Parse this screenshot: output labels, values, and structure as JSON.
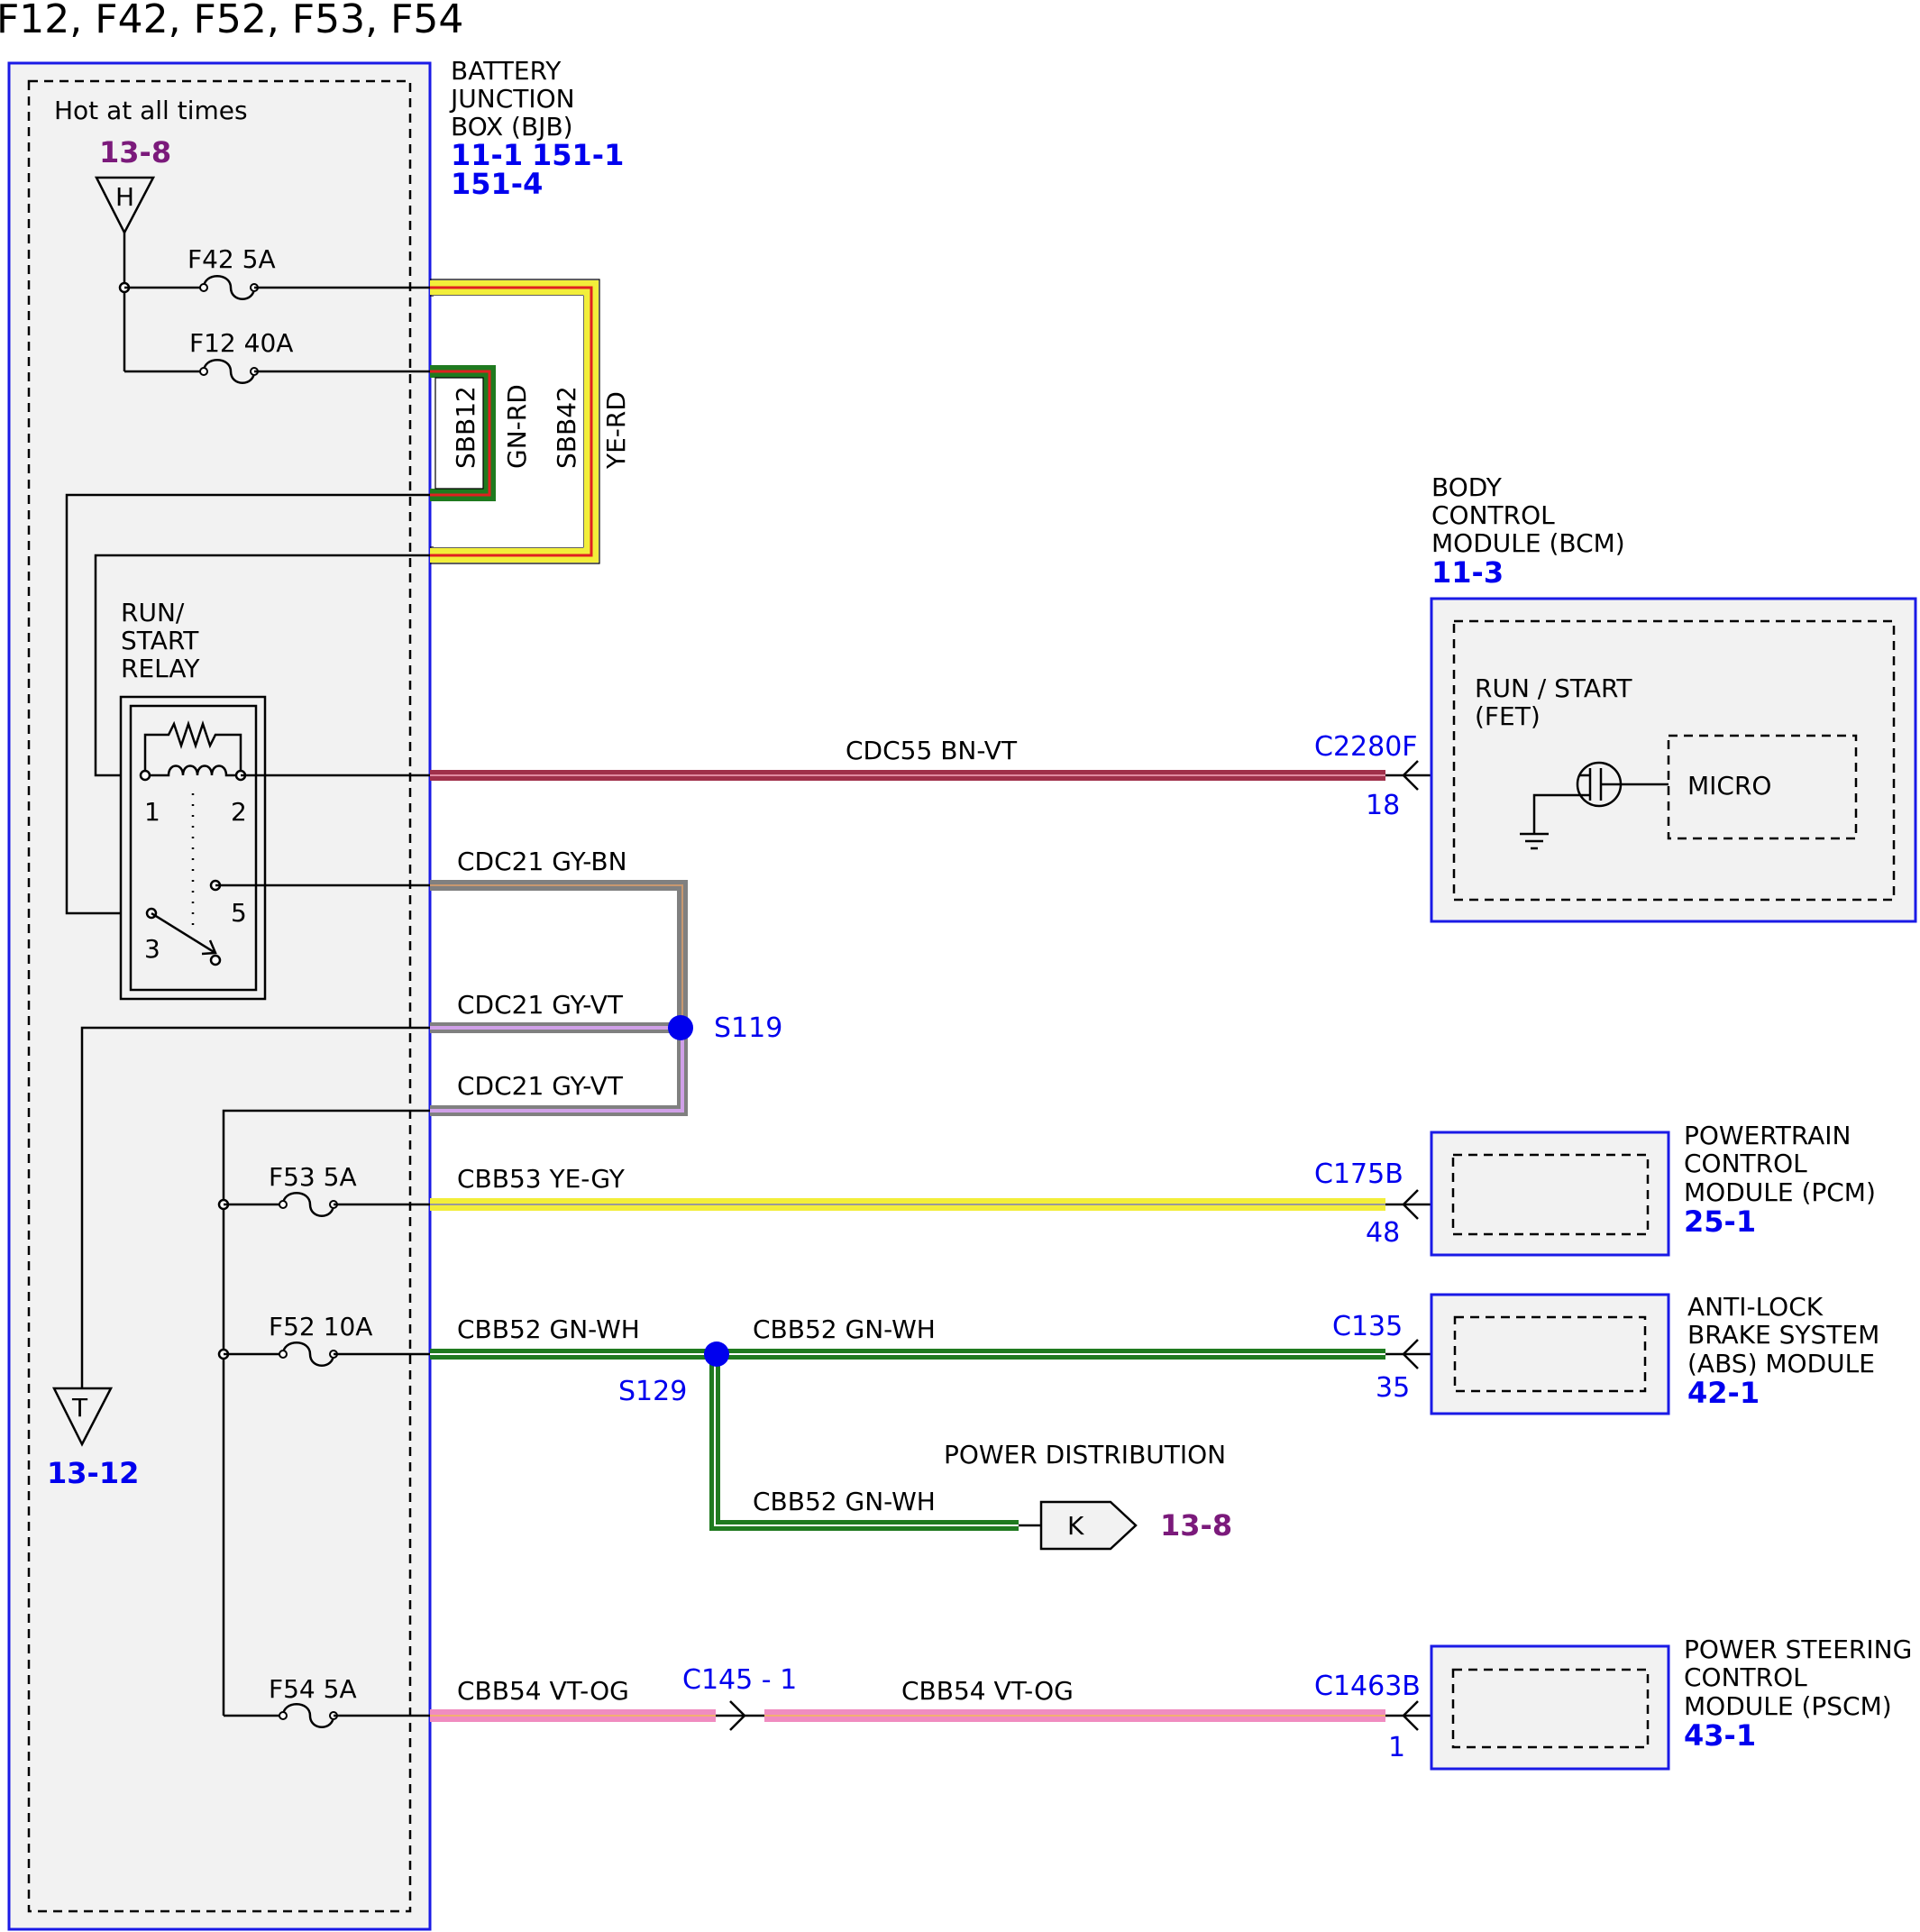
{
  "title": "F12, F42, F52, F53, F54",
  "colors": {
    "frame_blue": "#1a1ae6",
    "ref_blue": "#0000ee",
    "ref_purple": "#7b1a7b",
    "bn_vt": "#a0304a",
    "gy": "#808080",
    "gy_vt": "#b48ad0",
    "ye": "#f2ee3a",
    "gn": "#1f7a1f",
    "vt_og": "#f08cc0",
    "rd": "#e02020"
  },
  "bjb": {
    "hot_label": "Hot at all times",
    "name_line1": "BATTERY",
    "name_line2": "JUNCTION",
    "name_line3": "BOX (BJB)",
    "ref1": "11-1",
    "ref2": "151-1",
    "ref3": "151-4",
    "top_ref": "13-8",
    "top_conn": "H",
    "bottom_ref": "13-12",
    "bottom_conn": "T"
  },
  "fuses": {
    "f42": "F42  5A",
    "f12": "F12  40A",
    "f53": "F53  5A",
    "f52": "F52  10A",
    "f54": "F54  5A"
  },
  "bus_bars": {
    "sbb12": "SBB12",
    "sbb12_color": "GN-RD",
    "sbb42": "SBB42",
    "sbb42_color": "YE-RD"
  },
  "relay": {
    "line1": "RUN/",
    "line2": "START",
    "line3": "RELAY",
    "pin1": "1",
    "pin2": "2",
    "pin3": "3",
    "pin5": "5"
  },
  "circuits": {
    "cdc55": "CDC55  BN-VT",
    "cdc21_bn": "CDC21  GY-BN",
    "cdc21_vt1": "CDC21  GY-VT",
    "cdc21_vt2": "CDC21  GY-VT",
    "cbb53": "CBB53  YE-GY",
    "cbb52_a": "CBB52  GN-WH",
    "cbb52_b": "CBB52  GN-WH",
    "cbb52_c": "CBB52  GN-WH",
    "cbb54_a": "CBB54  VT-OG",
    "cbb54_b": "CBB54  VT-OG"
  },
  "splices": {
    "s119": "S119",
    "s129": "S129"
  },
  "connectors": {
    "c2280f": "C2280F",
    "c2280f_pin": "18",
    "c175b": "C175B",
    "c175b_pin": "48",
    "c135": "C135",
    "c135_pin": "35",
    "c145": "C145 - 1",
    "c1463b": "C1463B",
    "c1463b_pin": "1"
  },
  "bcm": {
    "line1": "BODY",
    "line2": "CONTROL",
    "line3": "MODULE (BCM)",
    "ref": "11-3",
    "fet_line1": "RUN / START",
    "fet_line2": "(FET)",
    "micro": "MICRO"
  },
  "pcm": {
    "line1": "POWERTRAIN",
    "line2": "CONTROL",
    "line3": "MODULE (PCM)",
    "ref": "25-1"
  },
  "abs": {
    "line1": "ANTI-LOCK",
    "line2": "BRAKE SYSTEM",
    "line3": "(ABS) MODULE",
    "ref": "42-1"
  },
  "pscm": {
    "line1": "POWER STEERING",
    "line2": "CONTROL",
    "line3": "MODULE (PSCM)",
    "ref": "43-1"
  },
  "power_dist": {
    "label": "POWER DISTRIBUTION",
    "conn": "K",
    "ref": "13-8"
  }
}
